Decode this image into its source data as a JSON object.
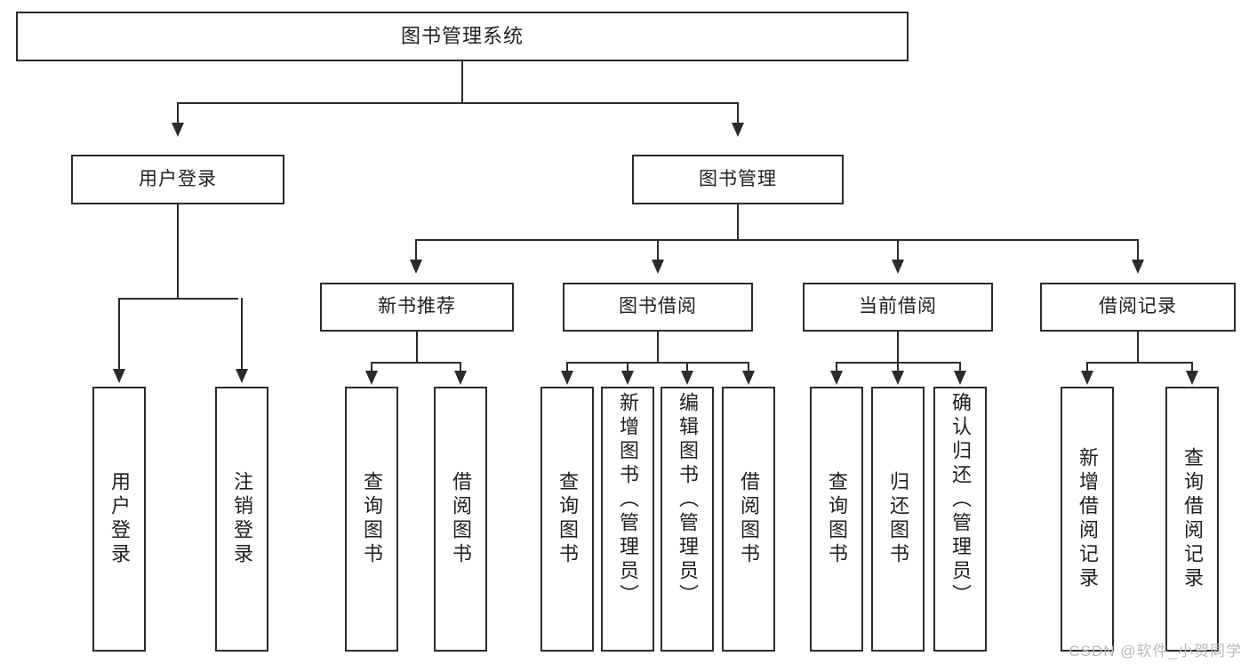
{
  "diagram": {
    "title": "图书管理系统",
    "type": "hierarchy-tree",
    "root": {
      "label": "图书管理系统"
    },
    "level2": [
      {
        "label": "用户登录"
      },
      {
        "label": "图书管理"
      }
    ],
    "level3": [
      {
        "label": "新书推荐"
      },
      {
        "label": "图书借阅"
      },
      {
        "label": "当前借阅"
      },
      {
        "label": "借阅记录"
      }
    ],
    "leaves": {
      "user_login": [
        {
          "label": "用户登录"
        },
        {
          "label": "注销登录"
        }
      ],
      "new_book_recommend": [
        {
          "label": "查询图书"
        },
        {
          "label": "借阅图书"
        }
      ],
      "book_borrow": [
        {
          "label": "查询图书"
        },
        {
          "label": "新增图书（管理员）"
        },
        {
          "label": "编辑图书（管理员）"
        },
        {
          "label": "借阅图书"
        }
      ],
      "current_borrow": [
        {
          "label": "查询图书"
        },
        {
          "label": "归还图书"
        },
        {
          "label": "确认归还（管理员）"
        }
      ],
      "borrow_records": [
        {
          "label": "新增借阅记录"
        },
        {
          "label": "查询借阅记录"
        }
      ]
    }
  },
  "watermark": {
    "text": "CSDN @软件_小贺同学"
  },
  "colors": {
    "stroke": "#2b2b2b",
    "background": "#ffffff",
    "text": "#1f1f1f",
    "watermark": "#b9b9b9"
  }
}
